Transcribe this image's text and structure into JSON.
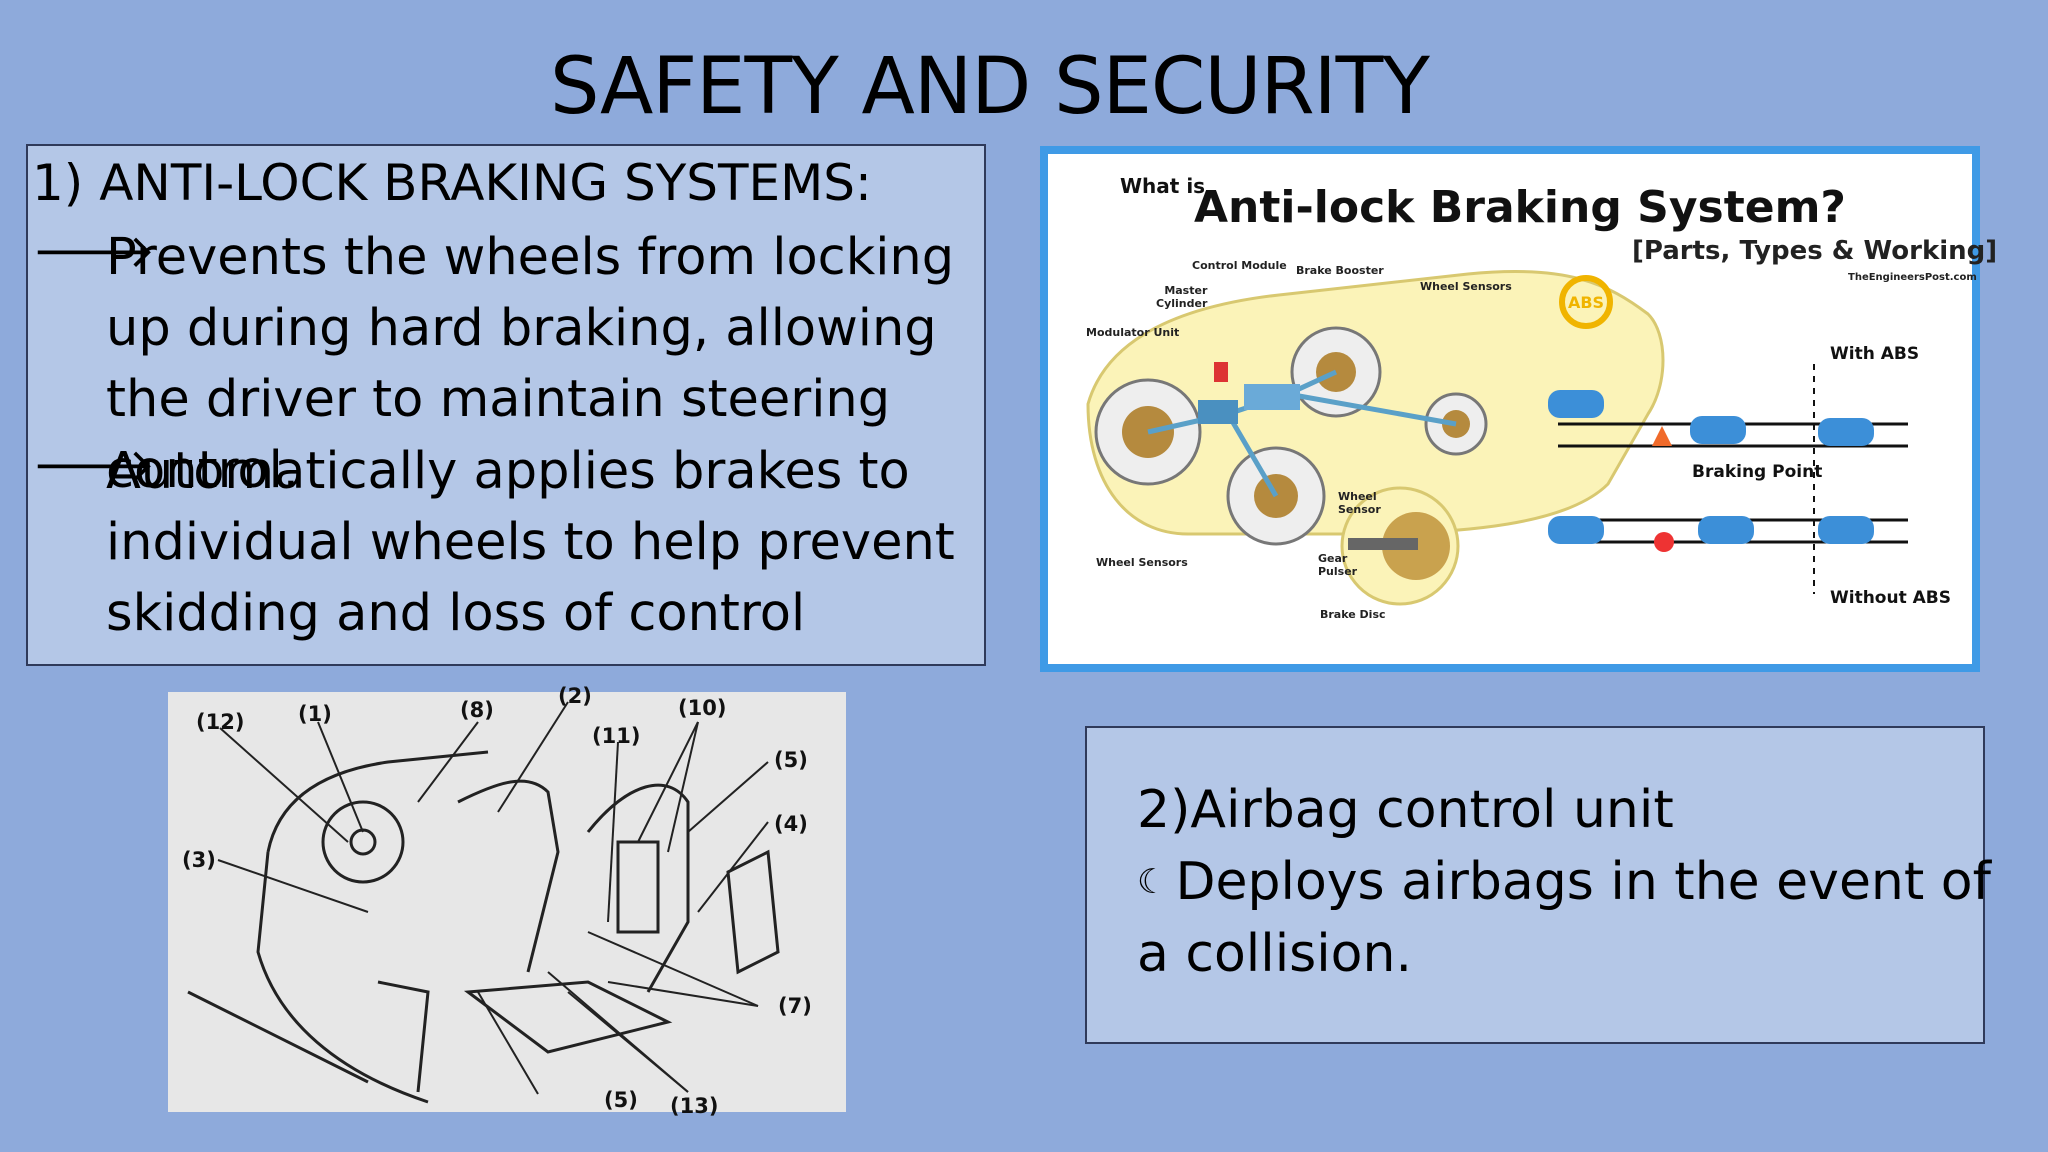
{
  "title": "SAFETY AND SECURITY",
  "section1": {
    "heading": "1)   ANTI-LOCK BRAKING SYSTEMS:",
    "bullet_icon": "arrow-right-icon",
    "bullets": [
      "Prevents the wheels from locking up during hard braking, allowing the driver to maintain steering control.",
      " Automatically applies brakes to individual wheels to help prevent skidding and loss of control"
    ]
  },
  "abs_figure": {
    "what_is": "What is",
    "headline": "Anti-lock Braking System?",
    "subhead": "[Parts, Types & Working]",
    "credit": "TheEngineersPost.com",
    "abs_badge": "ABS",
    "labels": {
      "control_module": "Control Module",
      "brake_booster": "Brake Booster",
      "wheel_sensors_top": "Wheel Sensors",
      "master_cylinder": "Master\nCylinder",
      "modulator_unit": "Modulator Unit",
      "wheel_sensor": "Wheel\nSensor",
      "gear_pulser": "Gear\nPulser",
      "brake_disc": "Brake Disc",
      "wheel_sensors_bottom": "Wheel Sensors",
      "with_abs": "With ABS",
      "braking_point": "Braking Point",
      "without_abs": "Without ABS"
    }
  },
  "airbag_figure": {
    "callouts": [
      "(12)",
      "(1)",
      "(8)",
      "(2)",
      "(10)",
      "(11)",
      "(5)",
      "(4)",
      "(3)",
      "(7)",
      "(5)",
      "(13)"
    ]
  },
  "section2": {
    "heading": "2)Airbag control unit",
    "bullet_icon": "crescent-moon-icon",
    "bullet_line1": "Deploys airbags in the event of",
    "bullet_line2": "a collision."
  }
}
